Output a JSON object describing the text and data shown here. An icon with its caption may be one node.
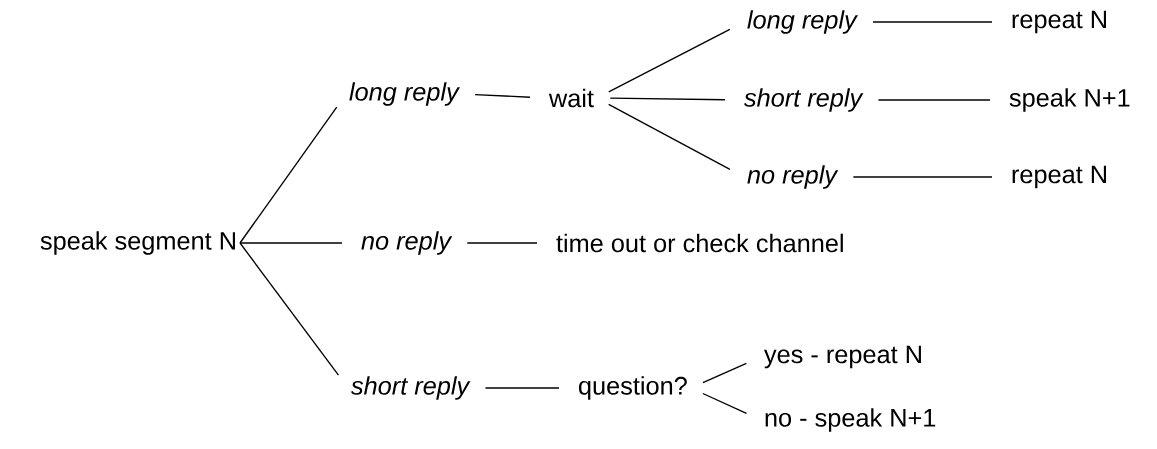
{
  "diagram": {
    "nodes": [
      {
        "text": [
          "speak segment N"
        ]
      },
      {
        "text": [
          "long reply"
        ]
      },
      {
        "text": [
          "wait"
        ]
      },
      {
        "text": [
          "long reply"
        ]
      },
      {
        "text": [
          "repeat N"
        ]
      },
      {
        "text": [
          "short reply"
        ]
      },
      {
        "text": [
          "speak N+1"
        ]
      },
      {
        "text": [
          "no reply"
        ]
      },
      {
        "text": [
          "repeat N"
        ]
      },
      {
        "text": [
          "no reply"
        ]
      },
      {
        "text": [
          "time out or check channel"
        ]
      },
      {
        "text": [
          "short reply"
        ]
      },
      {
        "text": [
          "question?"
        ]
      },
      {
        "text": [
          "yes - repeat N"
        ]
      },
      {
        "text": [
          "no - speak N+1"
        ]
      }
    ],
    "edges": [
      {
        "from": 0,
        "to": 1,
        "arrow": "none"
      },
      {
        "from": 0,
        "to": 9,
        "arrow": "none"
      },
      {
        "from": 0,
        "to": 11,
        "arrow": "none"
      },
      {
        "from": 1,
        "to": 2,
        "arrow": "none"
      },
      {
        "from": 2,
        "to": 3,
        "arrow": "none"
      },
      {
        "from": 2,
        "to": 5,
        "arrow": "none"
      },
      {
        "from": 2,
        "to": 7,
        "arrow": "none"
      },
      {
        "from": 3,
        "to": 4,
        "arrow": "none"
      },
      {
        "from": 5,
        "to": 6,
        "arrow": "none"
      },
      {
        "from": 7,
        "to": 8,
        "arrow": "none"
      },
      {
        "from": 9,
        "to": 10,
        "arrow": "none"
      },
      {
        "from": 11,
        "to": 12,
        "arrow": "none"
      },
      {
        "from": 12,
        "to": 13,
        "arrow": "none"
      },
      {
        "from": 12,
        "to": 14,
        "arrow": "none"
      }
    ]
  }
}
